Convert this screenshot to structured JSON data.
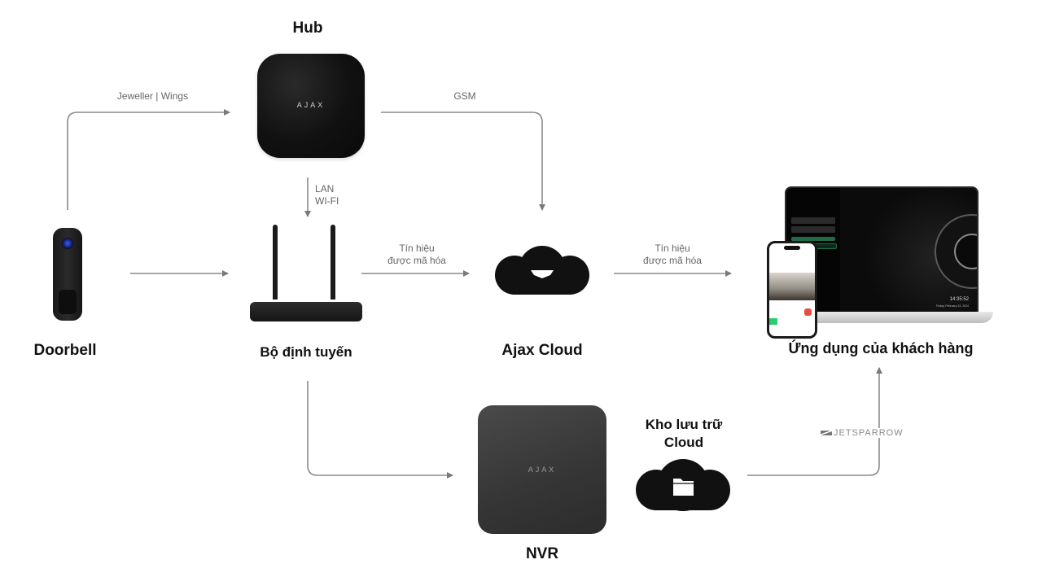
{
  "diagram": {
    "nodes": {
      "hub": {
        "label": "Hub",
        "brand": "AJAX",
        "icon": "ajax-hub-device"
      },
      "doorbell": {
        "label": "Doorbell",
        "icon": "video-doorbell-device"
      },
      "router": {
        "label": "Bộ định tuyến",
        "icon": "wifi-router-device"
      },
      "ajax_cloud": {
        "label": "Ajax Cloud",
        "icon": "ajax-cloud-icon"
      },
      "client_app": {
        "label": "Ứng dụng của khách hàng",
        "icon": "laptop-and-phone-app",
        "screen_time": "14:35:52",
        "screen_date": "Friday, February 23, 2024"
      },
      "nvr": {
        "label": "NVR",
        "brand": "AJAX",
        "icon": "ajax-nvr-device"
      },
      "cloud_storage": {
        "label_line1": "Kho lưu trữ",
        "label_line2": "Cloud",
        "icon": "cloud-folder-icon"
      }
    },
    "edges": [
      {
        "from": "doorbell",
        "to": "hub",
        "label": "Jeweller  |  Wings"
      },
      {
        "from": "hub",
        "to": "ajax_cloud",
        "label": "GSM"
      },
      {
        "from": "hub",
        "to": "router",
        "label_line1": "LAN",
        "label_line2": "WI-FI"
      },
      {
        "from": "doorbell",
        "to": "router",
        "label": ""
      },
      {
        "from": "router",
        "to": "ajax_cloud",
        "label_line1": "Tín hiệu",
        "label_line2": "được mã hóa"
      },
      {
        "from": "ajax_cloud",
        "to": "client_app",
        "label_line1": "Tín hiệu",
        "label_line2": "được mã hóa"
      },
      {
        "from": "router",
        "to": "nvr",
        "label": ""
      },
      {
        "from": "cloud_storage",
        "to": "client_app",
        "label": ""
      }
    ],
    "watermark": "JETSPARROW",
    "colors": {
      "line": "#7a7a7a",
      "label": "#666666",
      "device": "#111111",
      "background": "#ffffff"
    }
  }
}
